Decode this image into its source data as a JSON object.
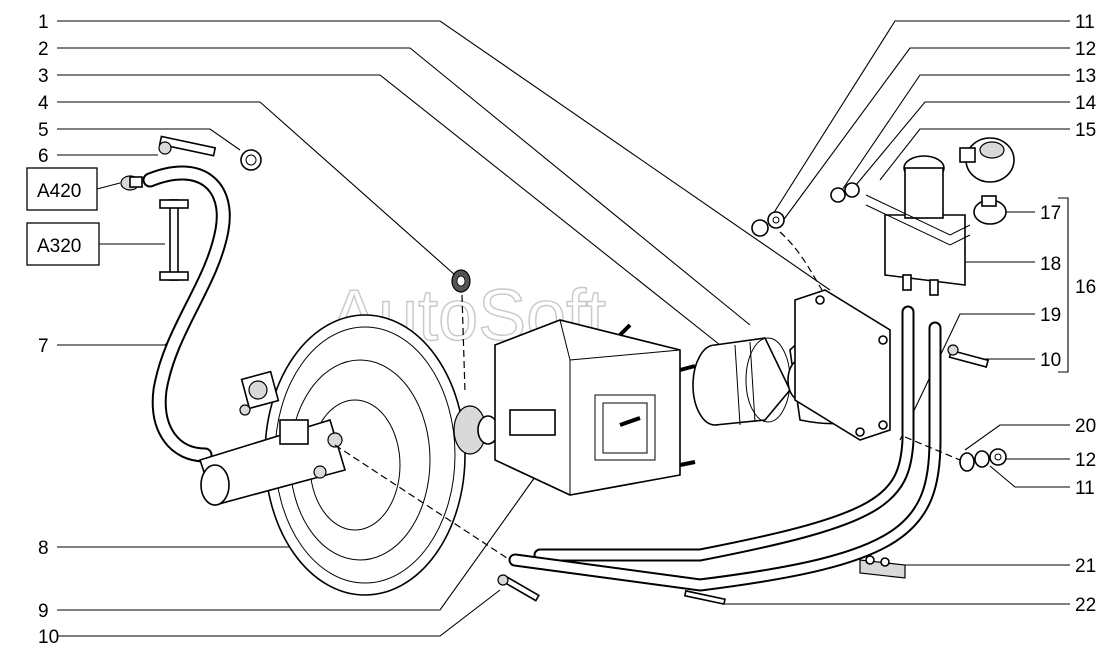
{
  "watermark": "AutoSoft",
  "reference_boxes": [
    "A420",
    "A320"
  ],
  "callouts_left": [
    "1",
    "2",
    "3",
    "4",
    "5",
    "6",
    "7",
    "8",
    "9",
    "10"
  ],
  "callouts_right": [
    "11",
    "12",
    "13",
    "14",
    "15",
    "17",
    "18",
    "16",
    "19",
    "10",
    "20",
    "12",
    "11",
    "21",
    "22"
  ]
}
